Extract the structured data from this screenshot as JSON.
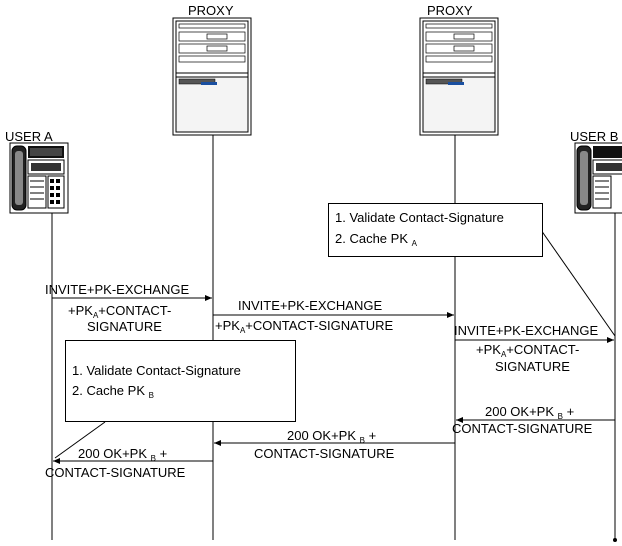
{
  "actors": {
    "user_a": "USER A",
    "proxy_1": "PROXY",
    "proxy_2": "PROXY",
    "user_b": "USER B"
  },
  "messages": {
    "m1_line1": "INVITE+PK-EXCHANGE",
    "m1_line2_pre": "+PK",
    "m1_line2_sub": "A",
    "m1_line2_post": "+CONTACT-",
    "m1_line3": "SIGNATURE",
    "m2_line1": "INVITE+PK-EXCHANGE",
    "m2_line2_pre": "+PK",
    "m2_line2_sub": "A",
    "m2_line2_post": "+CONTACT-SIGNATURE",
    "m3_line1": "INVITE+PK-EXCHANGE",
    "m3_line2_pre": "+PK",
    "m3_line2_sub": "A",
    "m3_line2_post": "+CONTACT-",
    "m3_line3": "SIGNATURE",
    "m4_line1_pre": "200 OK+PK",
    "m4_line1_sub": "B",
    "m4_line1_post": " +",
    "m4_line2": "CONTACT-SIGNATURE",
    "m5_line1_pre": "200 OK+PK",
    "m5_line1_sub": "B",
    "m5_line1_post": " +",
    "m5_line2": "CONTACT-SIGNATURE",
    "m6_line1_pre": "200 OK+PK",
    "m6_line1_sub": "B",
    "m6_line1_post": " +",
    "m6_line2": "CONTACT-SIGNATURE"
  },
  "notes": {
    "proxy2_note": {
      "line1": "1. Validate Contact-Signature",
      "line2_pre": "2. Cache PK",
      "line2_sub": "A"
    },
    "usera_note": {
      "line1": "1. Validate Contact-Signature",
      "line2_pre": "2. Cache PK",
      "line2_sub": "B"
    }
  },
  "icons": [
    "desk-phone-icon",
    "server-tower-icon",
    "server-tower-icon",
    "desk-phone-icon"
  ]
}
